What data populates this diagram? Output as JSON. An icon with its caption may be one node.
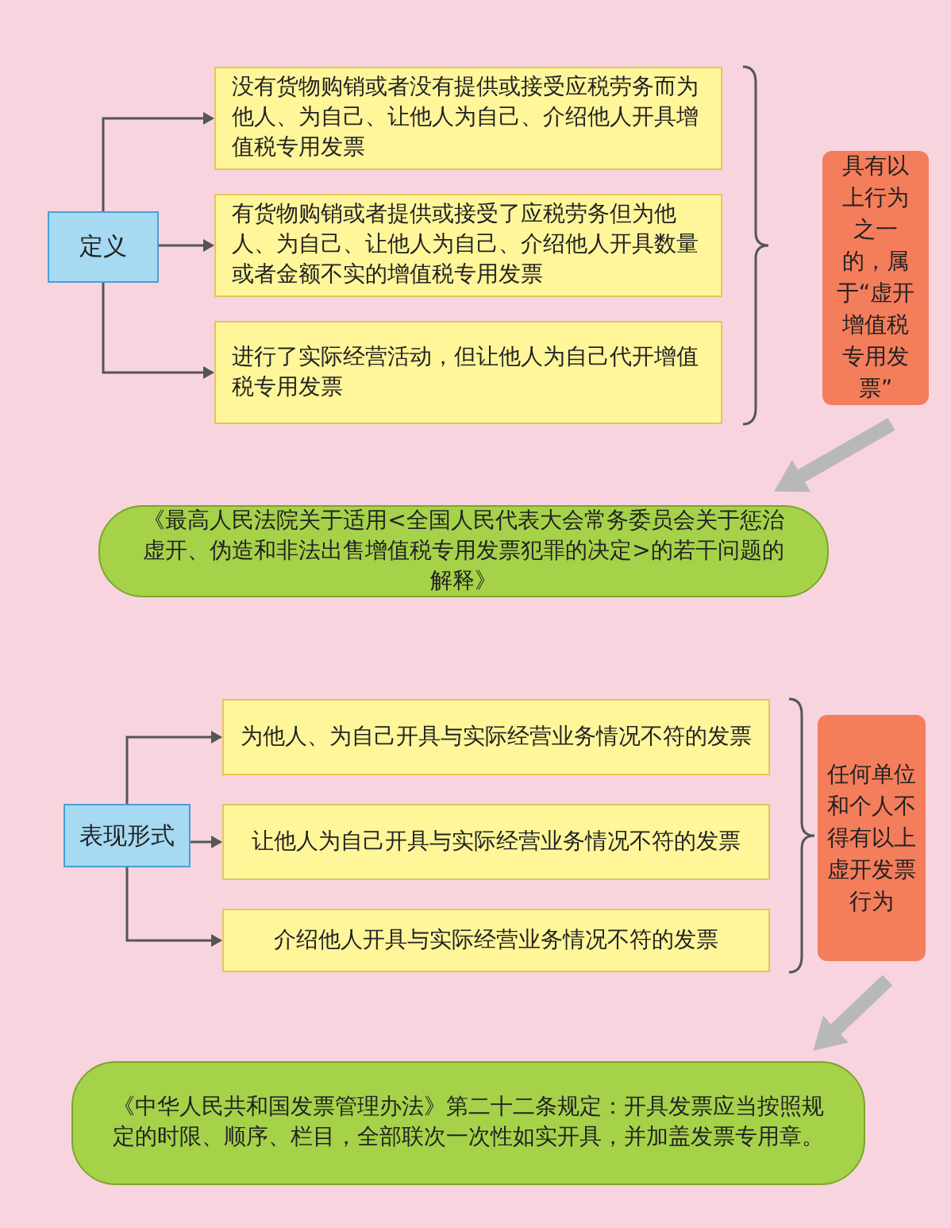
{
  "diagram": {
    "nodes": [
      {
        "text": [
          "定义"
        ]
      },
      {
        "text": [
          "没有货物购销或者没有提供或接受应税劳务而为他人、为自己、让他人为自己、介绍他人开具增值税专用发票"
        ]
      },
      {
        "text": [
          "有货物购销或者提供或接受了应税劳务但为他人、为自己、让他人为自己、介绍他人开具数量或者金额不实的增值税专用发票"
        ]
      },
      {
        "text": [
          "进行了实际经营活动，但让他人为自己代开增值税专用发票"
        ]
      },
      {
        "text": [
          "具有以上行为之一的，属于“虚开增值税专用发票”"
        ]
      },
      {
        "text": [
          "《最高人民法院关于适用<全国人民代表大会常务委员会关于惩治虚开、伪造和非法出售增值税专用发票犯罪的决定>的若干问题的解释》"
        ]
      },
      {
        "text": [
          "表现形式"
        ]
      },
      {
        "text": [
          "为他人、为自己开具与实际经营业务情况不符的发票"
        ]
      },
      {
        "text": [
          "让他人为自己开具与实际经营业务情况不符的发票"
        ]
      },
      {
        "text": [
          "介绍他人开具与实际经营业务情况不符的发票"
        ]
      },
      {
        "text": [
          "任何单位和个人不得有以上虚开发票行为"
        ]
      },
      {
        "text": [
          "《中华人民共和国发票管理办法》第二十二条规定：开具发票应当按照规定的时限、顺序、栏目，全部联次一次性如实开具，并加盖发票专用章。"
        ]
      }
    ],
    "edges": [
      {
        "from": 0,
        "to": 1,
        "arrow": "to"
      },
      {
        "from": 0,
        "to": 2,
        "arrow": "to"
      },
      {
        "from": 0,
        "to": 3,
        "arrow": "to"
      },
      {
        "from": 4,
        "to": 5,
        "arrow": "to",
        "style": "thick",
        "color": "#b8b8b8"
      },
      {
        "from": 6,
        "to": 7,
        "arrow": "to"
      },
      {
        "from": 6,
        "to": 8,
        "arrow": "to"
      },
      {
        "from": 6,
        "to": 9,
        "arrow": "to"
      },
      {
        "from": 10,
        "to": 11,
        "arrow": "to",
        "style": "thick",
        "color": "#b8b8b8"
      }
    ]
  }
}
